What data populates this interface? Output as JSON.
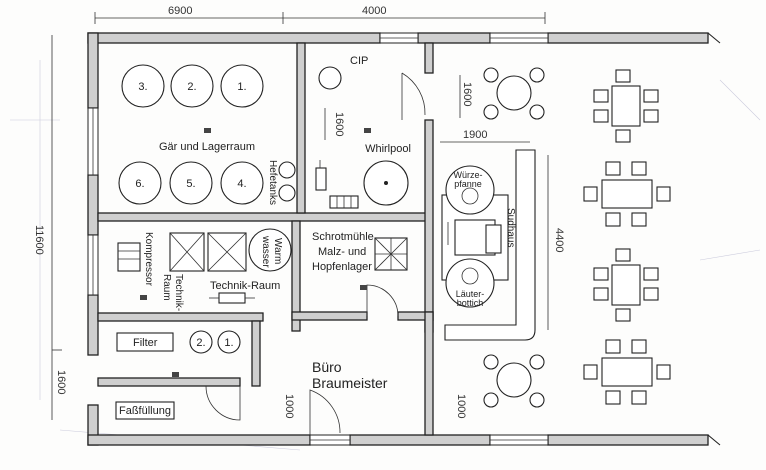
{
  "dimensions": {
    "top_left": "6900",
    "top_right": "4000",
    "left_total": "11600",
    "left_lower": "1600",
    "cip_height": "1600",
    "sudhaus_width": "1900",
    "sudhaus_length": "4400",
    "door_left": "1000",
    "door_right": "1000"
  },
  "rooms": {
    "gaer": "Gär und Lagerraum",
    "whirlpool": "Whirlpool",
    "cip": "CIP",
    "hefe": "Hefetanks",
    "technik": "Technik-Raum",
    "technik_small_1": "Technik-",
    "technik_small_2": "Raum",
    "kompressor": "Kompressor",
    "warm_1": "Warm",
    "warm_2": "wasser",
    "schrot_1": "Schrotmühle",
    "schrot_2": "Malz- und",
    "schrot_3": "Hopfenlager",
    "buero_1": "Büro",
    "buero_2": "Braumeister",
    "filter": "Filter",
    "fass": "Faßfüllung",
    "sudhaus": "Sudhaus",
    "wuerze_1": "Würze-",
    "wuerze_2": "pfanne",
    "laeuter_1": "Läuter-",
    "laeuter_2": "bottich"
  },
  "tanks": {
    "top": [
      "3.",
      "2.",
      "1."
    ],
    "bottom": [
      "6.",
      "5.",
      "4."
    ],
    "filter": [
      "2.",
      "1."
    ]
  }
}
